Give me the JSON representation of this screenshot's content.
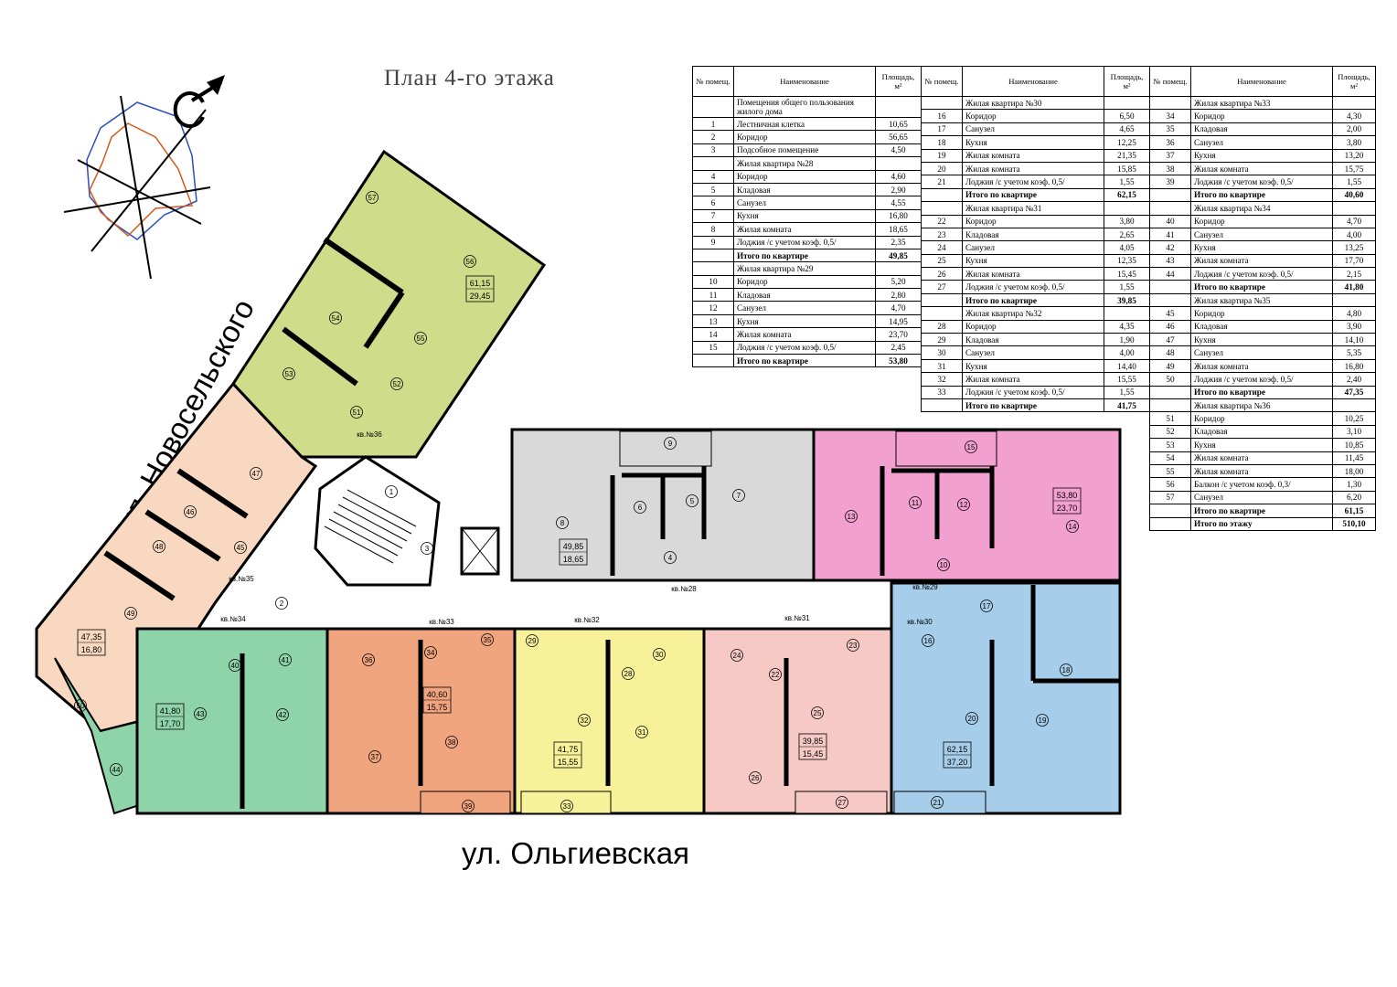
{
  "title": "План 4-го этажа",
  "streets": {
    "left": "ул. Новосельского",
    "bottom": "ул. Ольгиевская"
  },
  "headers": {
    "num": "№ помещ.",
    "name": "Наименование",
    "area": "Площадь, м²"
  },
  "table_a": [
    {
      "kind": "group",
      "name": "Помещения общего пользования жилого дома"
    },
    {
      "n": "1",
      "name": "Лестничная клетка",
      "a": "10,65"
    },
    {
      "n": "2",
      "name": "Коридор",
      "a": "56,65"
    },
    {
      "n": "3",
      "name": "Подсобное помещение",
      "a": "4,50"
    },
    {
      "kind": "group",
      "name": "Жилая квартира №28"
    },
    {
      "n": "4",
      "name": "Коридор",
      "a": "4,60"
    },
    {
      "n": "5",
      "name": "Кладовая",
      "a": "2,90"
    },
    {
      "n": "6",
      "name": "Санузел",
      "a": "4,55"
    },
    {
      "n": "7",
      "name": "Кухня",
      "a": "16,80"
    },
    {
      "n": "8",
      "name": "Жилая комната",
      "a": "18,65"
    },
    {
      "n": "9",
      "name": "Лоджия /с учетом коэф. 0,5/",
      "a": "2,35"
    },
    {
      "kind": "total",
      "name": "Итого по квартире",
      "a": "49,85"
    },
    {
      "kind": "group",
      "name": "Жилая квартира №29"
    },
    {
      "n": "10",
      "name": "Коридор",
      "a": "5,20"
    },
    {
      "n": "11",
      "name": "Кладовая",
      "a": "2,80"
    },
    {
      "n": "12",
      "name": "Санузел",
      "a": "4,70"
    },
    {
      "n": "13",
      "name": "Кухня",
      "a": "14,95"
    },
    {
      "n": "14",
      "name": "Жилая комната",
      "a": "23,70"
    },
    {
      "n": "15",
      "name": "Лоджия /с учетом коэф. 0,5/",
      "a": "2,45"
    },
    {
      "kind": "total",
      "name": "Итого по квартире",
      "a": "53,80"
    }
  ],
  "table_b": [
    {
      "kind": "group",
      "name": "Жилая квартира №30"
    },
    {
      "n": "16",
      "name": "Коридор",
      "a": "6,50"
    },
    {
      "n": "17",
      "name": "Санузел",
      "a": "4,65"
    },
    {
      "n": "18",
      "name": "Кухня",
      "a": "12,25"
    },
    {
      "n": "19",
      "name": "Жилая комната",
      "a": "21,35"
    },
    {
      "n": "20",
      "name": "Жилая комната",
      "a": "15,85"
    },
    {
      "n": "21",
      "name": "Лоджия /с учетом коэф. 0,5/",
      "a": "1,55"
    },
    {
      "kind": "total",
      "name": "Итого по квартире",
      "a": "62,15"
    },
    {
      "kind": "group",
      "name": "Жилая квартира №31"
    },
    {
      "n": "22",
      "name": "Коридор",
      "a": "3,80"
    },
    {
      "n": "23",
      "name": "Кладовая",
      "a": "2,65"
    },
    {
      "n": "24",
      "name": "Санузел",
      "a": "4,05"
    },
    {
      "n": "25",
      "name": "Кухня",
      "a": "12,35"
    },
    {
      "n": "26",
      "name": "Жилая комната",
      "a": "15,45"
    },
    {
      "n": "27",
      "name": "Лоджия /с учетом коэф. 0,5/",
      "a": "1,55"
    },
    {
      "kind": "total",
      "name": "Итого по квартире",
      "a": "39,85"
    },
    {
      "kind": "group",
      "name": "Жилая квартира №32"
    },
    {
      "n": "28",
      "name": "Коридор",
      "a": "4,35"
    },
    {
      "n": "29",
      "name": "Кладовая",
      "a": "1,90"
    },
    {
      "n": "30",
      "name": "Санузел",
      "a": "4,00"
    },
    {
      "n": "31",
      "name": "Кухня",
      "a": "14,40"
    },
    {
      "n": "32",
      "name": "Жилая комната",
      "a": "15,55"
    },
    {
      "n": "33",
      "name": "Лоджия /с учетом коэф. 0,5/",
      "a": "1,55"
    },
    {
      "kind": "total",
      "name": "Итого по квартире",
      "a": "41,75"
    }
  ],
  "table_c": [
    {
      "kind": "group",
      "name": "Жилая квартира №33"
    },
    {
      "n": "34",
      "name": "Коридор",
      "a": "4,30"
    },
    {
      "n": "35",
      "name": "Кладовая",
      "a": "2,00"
    },
    {
      "n": "36",
      "name": "Санузел",
      "a": "3,80"
    },
    {
      "n": "37",
      "name": "Кухня",
      "a": "13,20"
    },
    {
      "n": "38",
      "name": "Жилая комната",
      "a": "15,75"
    },
    {
      "n": "39",
      "name": "Лоджия /с учетом коэф. 0,5/",
      "a": "1,55"
    },
    {
      "kind": "total",
      "name": "Итого по квартире",
      "a": "40,60"
    },
    {
      "kind": "group",
      "name": "Жилая квартира №34"
    },
    {
      "n": "40",
      "name": "Коридор",
      "a": "4,70"
    },
    {
      "n": "41",
      "name": "Санузел",
      "a": "4,00"
    },
    {
      "n": "42",
      "name": "Кухня",
      "a": "13,25"
    },
    {
      "n": "43",
      "name": "Жилая комната",
      "a": "17,70"
    },
    {
      "n": "44",
      "name": "Лоджия /с учетом коэф. 0,5/",
      "a": "2,15"
    },
    {
      "kind": "total",
      "name": "Итого по квартире",
      "a": "41,80"
    },
    {
      "kind": "group",
      "name": "Жилая квартира №35"
    },
    {
      "n": "45",
      "name": "Коридор",
      "a": "4,80"
    },
    {
      "n": "46",
      "name": "Кладовая",
      "a": "3,90"
    },
    {
      "n": "47",
      "name": "Кухня",
      "a": "14,10"
    },
    {
      "n": "48",
      "name": "Санузел",
      "a": "5,35"
    },
    {
      "n": "49",
      "name": "Жилая комната",
      "a": "16,80"
    },
    {
      "n": "50",
      "name": "Лоджия /с учетом коэф. 0,5/",
      "a": "2,40"
    },
    {
      "kind": "total",
      "name": "Итого по квартире",
      "a": "47,35"
    },
    {
      "kind": "group",
      "name": "Жилая квартира №36"
    },
    {
      "n": "51",
      "name": "Коридор",
      "a": "10,25"
    },
    {
      "n": "52",
      "name": "Кладовая",
      "a": "3,10"
    },
    {
      "n": "53",
      "name": "Кухня",
      "a": "10,85"
    },
    {
      "n": "54",
      "name": "Жилая комната",
      "a": "11,45"
    },
    {
      "n": "55",
      "name": "Жилая комната",
      "a": "18,00"
    },
    {
      "n": "56",
      "name": "Балкон /с учетом коэф. 0,3/",
      "a": "1,30"
    },
    {
      "n": "57",
      "name": "Санузел",
      "a": "6,20"
    },
    {
      "kind": "total",
      "name": "Итого по квартире",
      "a": "61,15"
    },
    {
      "kind": "total",
      "name": "Итого по этажу",
      "a": "510,10"
    }
  ],
  "apartments": [
    {
      "label": "кв.№28",
      "total": "49,85",
      "living": "18,65",
      "color": "#d9d9d9"
    },
    {
      "label": "кв.№29",
      "total": "53,80",
      "living": "23,70",
      "color": "#f2a0d0"
    },
    {
      "label": "кв.№30",
      "total": "62,15",
      "living": "37,20",
      "color": "#a6cdea"
    },
    {
      "label": "кв.№31",
      "total": "39,85",
      "living": "15,45",
      "color": "#f6c9c4"
    },
    {
      "label": "кв.№32",
      "total": "41,75",
      "living": "15,55",
      "color": "#f7f29a"
    },
    {
      "label": "кв.№33",
      "total": "40,60",
      "living": "15,75",
      "color": "#f0a57e"
    },
    {
      "label": "кв.№34",
      "total": "41,80",
      "living": "17,70",
      "color": "#8fd3a8"
    },
    {
      "label": "кв.№35",
      "total": "47,35",
      "living": "16,80",
      "color": "#f8d8c0"
    },
    {
      "label": "кв.№36",
      "total": "61,15",
      "living": "29,45",
      "color": "#cfdc8a"
    }
  ],
  "rooms": [
    "1",
    "2",
    "3",
    "4",
    "5",
    "6",
    "7",
    "8",
    "9",
    "10",
    "11",
    "12",
    "13",
    "14",
    "15",
    "16",
    "17",
    "18",
    "19",
    "20",
    "21",
    "22",
    "23",
    "24",
    "25",
    "26",
    "27",
    "28",
    "29",
    "30",
    "31",
    "32",
    "33",
    "34",
    "35",
    "36",
    "37",
    "38",
    "39",
    "40",
    "41",
    "42",
    "43",
    "44",
    "45",
    "46",
    "47",
    "48",
    "49",
    "50",
    "51",
    "52",
    "53",
    "54",
    "55",
    "56",
    "57"
  ],
  "icons": {
    "compass": "compass-rose-icon"
  }
}
